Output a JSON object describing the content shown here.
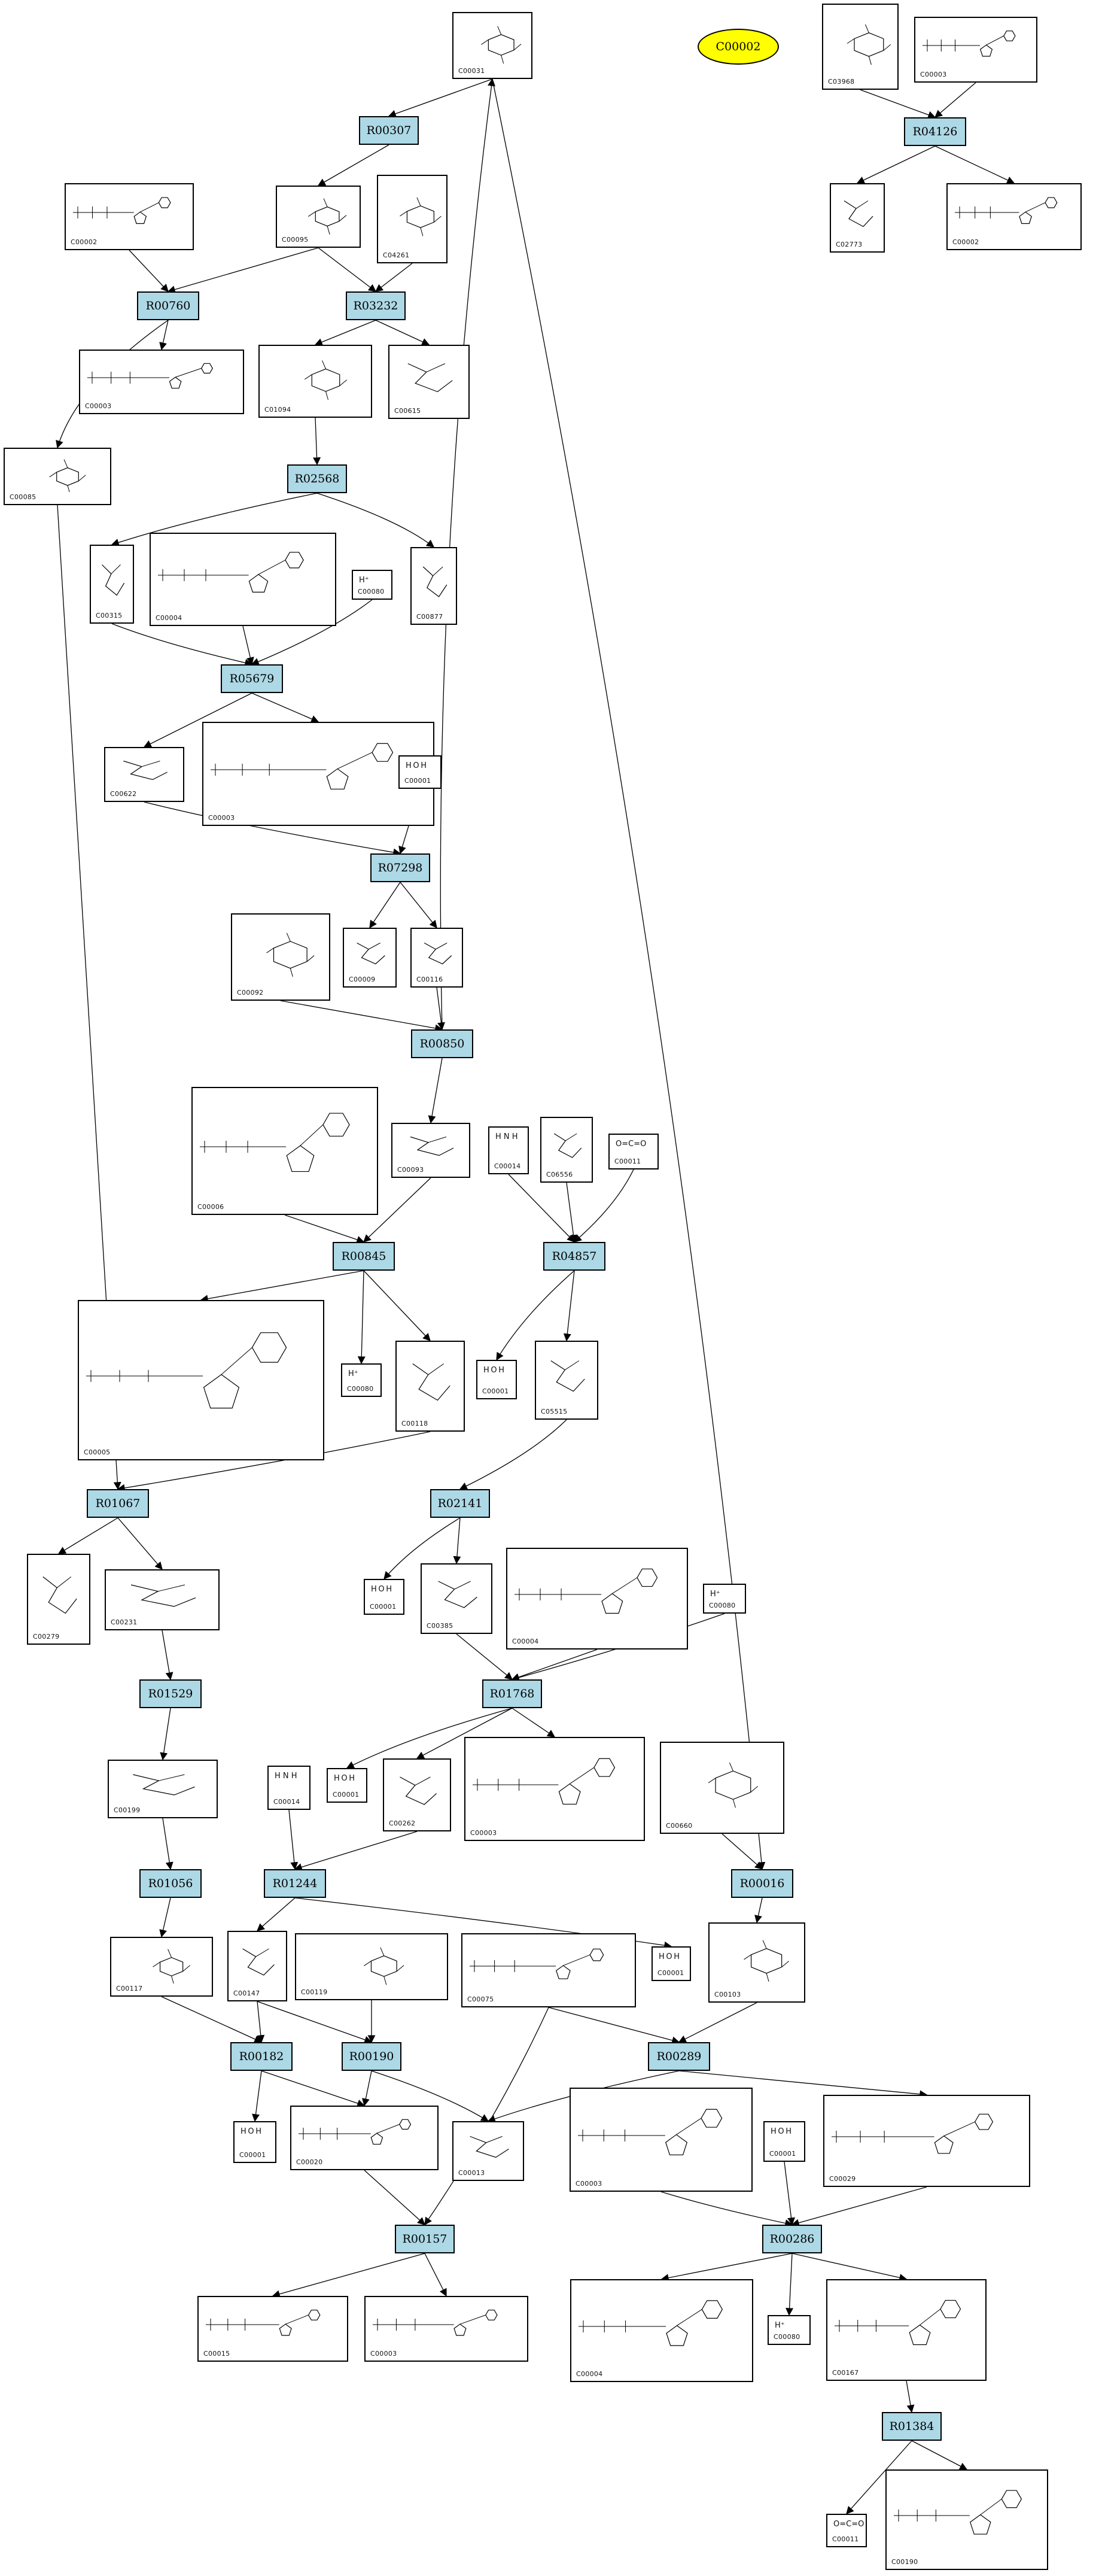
{
  "colors": {
    "reaction_fill": "#add8e6",
    "highlight_fill": "#ffff00",
    "border": "#000000",
    "edge": "#000000"
  },
  "highlight": {
    "label": "C00002"
  },
  "reactions": [
    {
      "id": "R00307"
    },
    {
      "id": "R04126"
    },
    {
      "id": "R00760"
    },
    {
      "id": "R03232"
    },
    {
      "id": "R02568"
    },
    {
      "id": "R05679"
    },
    {
      "id": "R07298"
    },
    {
      "id": "R00850"
    },
    {
      "id": "R00845"
    },
    {
      "id": "R04857"
    },
    {
      "id": "R01067"
    },
    {
      "id": "R02141"
    },
    {
      "id": "R01529"
    },
    {
      "id": "R01768"
    },
    {
      "id": "R01056"
    },
    {
      "id": "R01244"
    },
    {
      "id": "R00016"
    },
    {
      "id": "R00182"
    },
    {
      "id": "R00190"
    },
    {
      "id": "R00289"
    },
    {
      "id": "R00157"
    },
    {
      "id": "R00286"
    },
    {
      "id": "R01384"
    }
  ],
  "compounds": [
    {
      "id": "C00031",
      "kind": "sugar"
    },
    {
      "id": "C03968",
      "kind": "sugar"
    },
    {
      "id": "C00003-top",
      "label": "C00003",
      "kind": "nucleotide"
    },
    {
      "id": "C00002-a",
      "label": "C00002",
      "kind": "nucleotide"
    },
    {
      "id": "C00095",
      "kind": "sugar"
    },
    {
      "id": "C04261",
      "kind": "sugar"
    },
    {
      "id": "C02773",
      "kind": "small"
    },
    {
      "id": "C00002-b",
      "label": "C00002",
      "kind": "nucleotide"
    },
    {
      "id": "C00003-b",
      "label": "C00003",
      "kind": "nucleotide"
    },
    {
      "id": "C01094",
      "kind": "sugar"
    },
    {
      "id": "C00615",
      "kind": "small"
    },
    {
      "id": "C00085",
      "kind": "sugar"
    },
    {
      "id": "C00315",
      "kind": "small"
    },
    {
      "id": "C00004-a",
      "label": "C00004",
      "kind": "nucleotide"
    },
    {
      "id": "C00080-a",
      "label": "C00080",
      "kind": "ion",
      "formula": "H⁺"
    },
    {
      "id": "C00877",
      "kind": "small"
    },
    {
      "id": "C00622",
      "kind": "small"
    },
    {
      "id": "C00003-c",
      "label": "C00003",
      "kind": "nucleotide"
    },
    {
      "id": "C00001-a",
      "label": "C00001",
      "kind": "water",
      "formula": "H O H"
    },
    {
      "id": "C00092",
      "kind": "sugar"
    },
    {
      "id": "C00009",
      "kind": "small"
    },
    {
      "id": "C00116",
      "kind": "small"
    },
    {
      "id": "C00006",
      "kind": "nucleotide"
    },
    {
      "id": "C00093",
      "kind": "small"
    },
    {
      "id": "C00014-a",
      "label": "C00014",
      "kind": "water",
      "formula": "H N H"
    },
    {
      "id": "C06556",
      "kind": "small"
    },
    {
      "id": "C00011-a",
      "label": "C00011",
      "kind": "ion",
      "formula": "O=C=O"
    },
    {
      "id": "C00005",
      "kind": "nucleotide"
    },
    {
      "id": "C00080-b",
      "label": "C00080",
      "kind": "ion",
      "formula": "H⁺"
    },
    {
      "id": "C00118",
      "kind": "small"
    },
    {
      "id": "C00001-b",
      "label": "C00001",
      "kind": "water",
      "formula": "H O H"
    },
    {
      "id": "C05515",
      "kind": "small"
    },
    {
      "id": "C00279",
      "kind": "small"
    },
    {
      "id": "C00231",
      "kind": "small"
    },
    {
      "id": "C00001-c",
      "label": "C00001",
      "kind": "water",
      "formula": "H O H"
    },
    {
      "id": "C00385",
      "kind": "small"
    },
    {
      "id": "C00004-b",
      "label": "C00004",
      "kind": "nucleotide"
    },
    {
      "id": "C00080-c",
      "label": "C00080",
      "kind": "ion",
      "formula": "H⁺"
    },
    {
      "id": "C00199",
      "kind": "small"
    },
    {
      "id": "C00014-b",
      "label": "C00014",
      "kind": "water",
      "formula": "H N H"
    },
    {
      "id": "C00001-d",
      "label": "C00001",
      "kind": "water",
      "formula": "H O H"
    },
    {
      "id": "C00262",
      "kind": "small"
    },
    {
      "id": "C00003-d",
      "label": "C00003",
      "kind": "nucleotide"
    },
    {
      "id": "C00660",
      "kind": "sugar"
    },
    {
      "id": "C00117",
      "kind": "sugar"
    },
    {
      "id": "C00147",
      "kind": "small"
    },
    {
      "id": "C00119",
      "kind": "sugar"
    },
    {
      "id": "C00075",
      "kind": "nucleotide"
    },
    {
      "id": "C00001-e",
      "label": "C00001",
      "kind": "water",
      "formula": "H O H"
    },
    {
      "id": "C00103",
      "kind": "sugar"
    },
    {
      "id": "C00001-f",
      "label": "C00001",
      "kind": "water",
      "formula": "H O H"
    },
    {
      "id": "C00020",
      "kind": "nucleotide"
    },
    {
      "id": "C00013",
      "kind": "small"
    },
    {
      "id": "C00003-e",
      "label": "C00003",
      "kind": "nucleotide"
    },
    {
      "id": "C00001-g",
      "label": "C00001",
      "kind": "water",
      "formula": "H O H"
    },
    {
      "id": "C00029",
      "kind": "nucleotide"
    },
    {
      "id": "C00015",
      "kind": "nucleotide"
    },
    {
      "id": "C00003-f",
      "label": "C00003",
      "kind": "nucleotide"
    },
    {
      "id": "C00004-c",
      "label": "C00004",
      "kind": "nucleotide"
    },
    {
      "id": "C00080-d",
      "label": "C00080",
      "kind": "ion",
      "formula": "H⁺"
    },
    {
      "id": "C00167",
      "kind": "nucleotide"
    },
    {
      "id": "C00011-b",
      "label": "C00011",
      "kind": "ion",
      "formula": "O=C=O"
    },
    {
      "id": "C00190",
      "kind": "nucleotide"
    }
  ]
}
